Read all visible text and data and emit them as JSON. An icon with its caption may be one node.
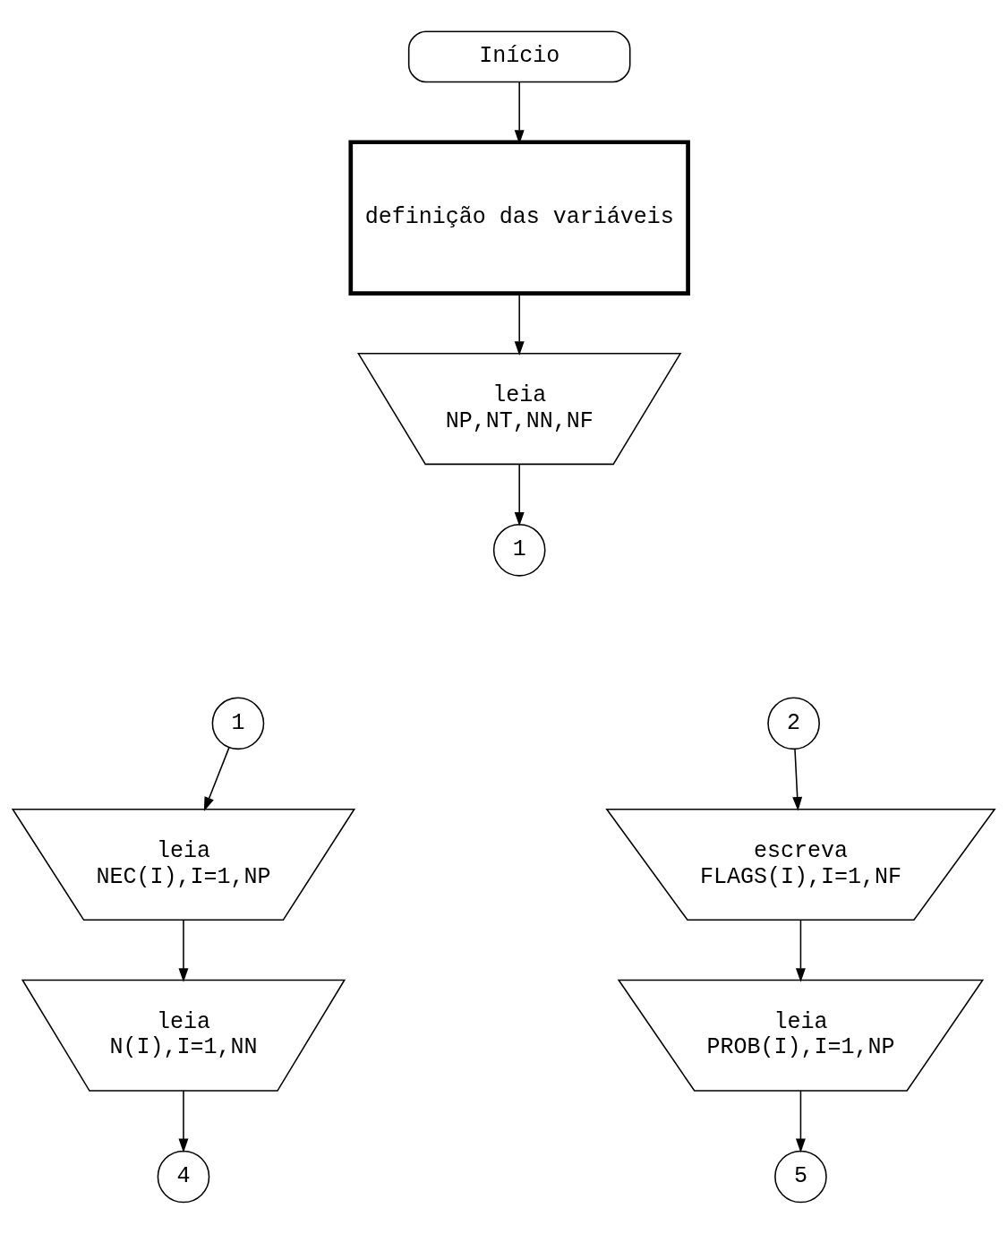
{
  "diagram": {
    "nodes": [
      {
        "text": [
          "Início"
        ]
      },
      {
        "text": [
          "definição das variáveis"
        ]
      },
      {
        "text": [
          "leia",
          "NP,NT,NN,NF"
        ]
      },
      {
        "text": [
          "1"
        ]
      },
      {
        "text": [
          "1"
        ]
      },
      {
        "text": [
          "leia",
          "NEC(I),I=1,NP"
        ]
      },
      {
        "text": [
          "leia",
          "N(I),I=1,NN"
        ]
      },
      {
        "text": [
          "4"
        ]
      },
      {
        "text": [
          "2"
        ]
      },
      {
        "text": [
          "escreva",
          "FLAGS(I),I=1,NF"
        ]
      },
      {
        "text": [
          "leia",
          "PROB(I),I=1,NP"
        ]
      },
      {
        "text": [
          "5"
        ]
      }
    ],
    "edges": [
      {
        "from": 0,
        "to": 1,
        "arrow": "to"
      },
      {
        "from": 1,
        "to": 2,
        "arrow": "to"
      },
      {
        "from": 2,
        "to": 3,
        "arrow": "to"
      },
      {
        "from": 4,
        "to": 5,
        "arrow": "to"
      },
      {
        "from": 5,
        "to": 6,
        "arrow": "to"
      },
      {
        "from": 6,
        "to": 7,
        "arrow": "to"
      },
      {
        "from": 8,
        "to": 9,
        "arrow": "to"
      },
      {
        "from": 9,
        "to": 10,
        "arrow": "to"
      },
      {
        "from": 10,
        "to": 11,
        "arrow": "to"
      }
    ]
  }
}
